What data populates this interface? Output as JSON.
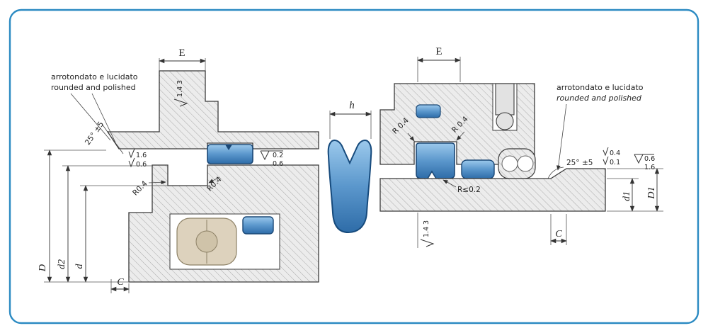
{
  "left_view": {
    "note_it": "arrotondato  e lucidato",
    "note_en": "rounded and polished",
    "angle_label": "25° ±5",
    "edge_finish_top": "1.6",
    "edge_finish_bottom": "0.6",
    "radius_left": "R0.4",
    "radius_right": "R0.4",
    "groove_finish_top": "0.2",
    "groove_finish_bottom": "0.6",
    "tower_finish_a": "1.4",
    "tower_finish_b": "3",
    "dim_E": "E",
    "dim_D": "D",
    "dim_d2": "d2",
    "dim_d": "d",
    "dim_C": "C"
  },
  "seal_profile": {
    "dim_h": "h"
  },
  "right_view": {
    "dim_E": "E",
    "radius_left": "R 0.4",
    "radius_right": "R 0.4",
    "note_it": "arrotondato e lucidato",
    "note_en": "rounded and polished",
    "angle_label": "25° ±5",
    "collar_finish_a": "0.4",
    "collar_finish_b": "0.1",
    "end_finish_a": "0.6",
    "end_finish_b": "1.6",
    "lip_radius": "R≤0.2",
    "rod_finish_a": "1.4",
    "rod_finish_b": "3",
    "dim_d1": "d1",
    "dim_D1": "D1",
    "dim_C": "C"
  },
  "colors": {
    "frame": "#2b8ac2",
    "seal_dark": "#1b4876"
  }
}
